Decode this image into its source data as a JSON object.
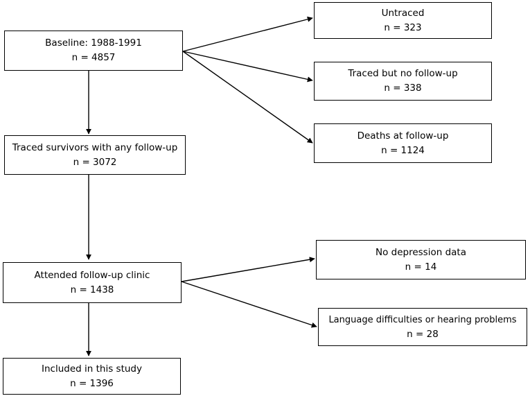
{
  "boxes": {
    "baseline": {
      "title": "Baseline: 1988-1991",
      "count": "n = 4857"
    },
    "traced": {
      "title": "Traced survivors with any follow-up",
      "count": "n = 3072"
    },
    "attended": {
      "title": "Attended follow-up clinic",
      "count": "n = 1438"
    },
    "included": {
      "title": "Included in this study",
      "count": "n = 1396"
    },
    "untraced": {
      "title": "Untraced",
      "count": "n = 323"
    },
    "no_followup": {
      "title": "Traced but no follow-up",
      "count": "n = 338"
    },
    "deaths": {
      "title": "Deaths at follow-up",
      "count": "n = 1124"
    },
    "no_depression": {
      "title": "No depression data",
      "count": "n = 14"
    },
    "language": {
      "title": "Language difficulties or hearing problems",
      "count": "n = 28"
    }
  }
}
